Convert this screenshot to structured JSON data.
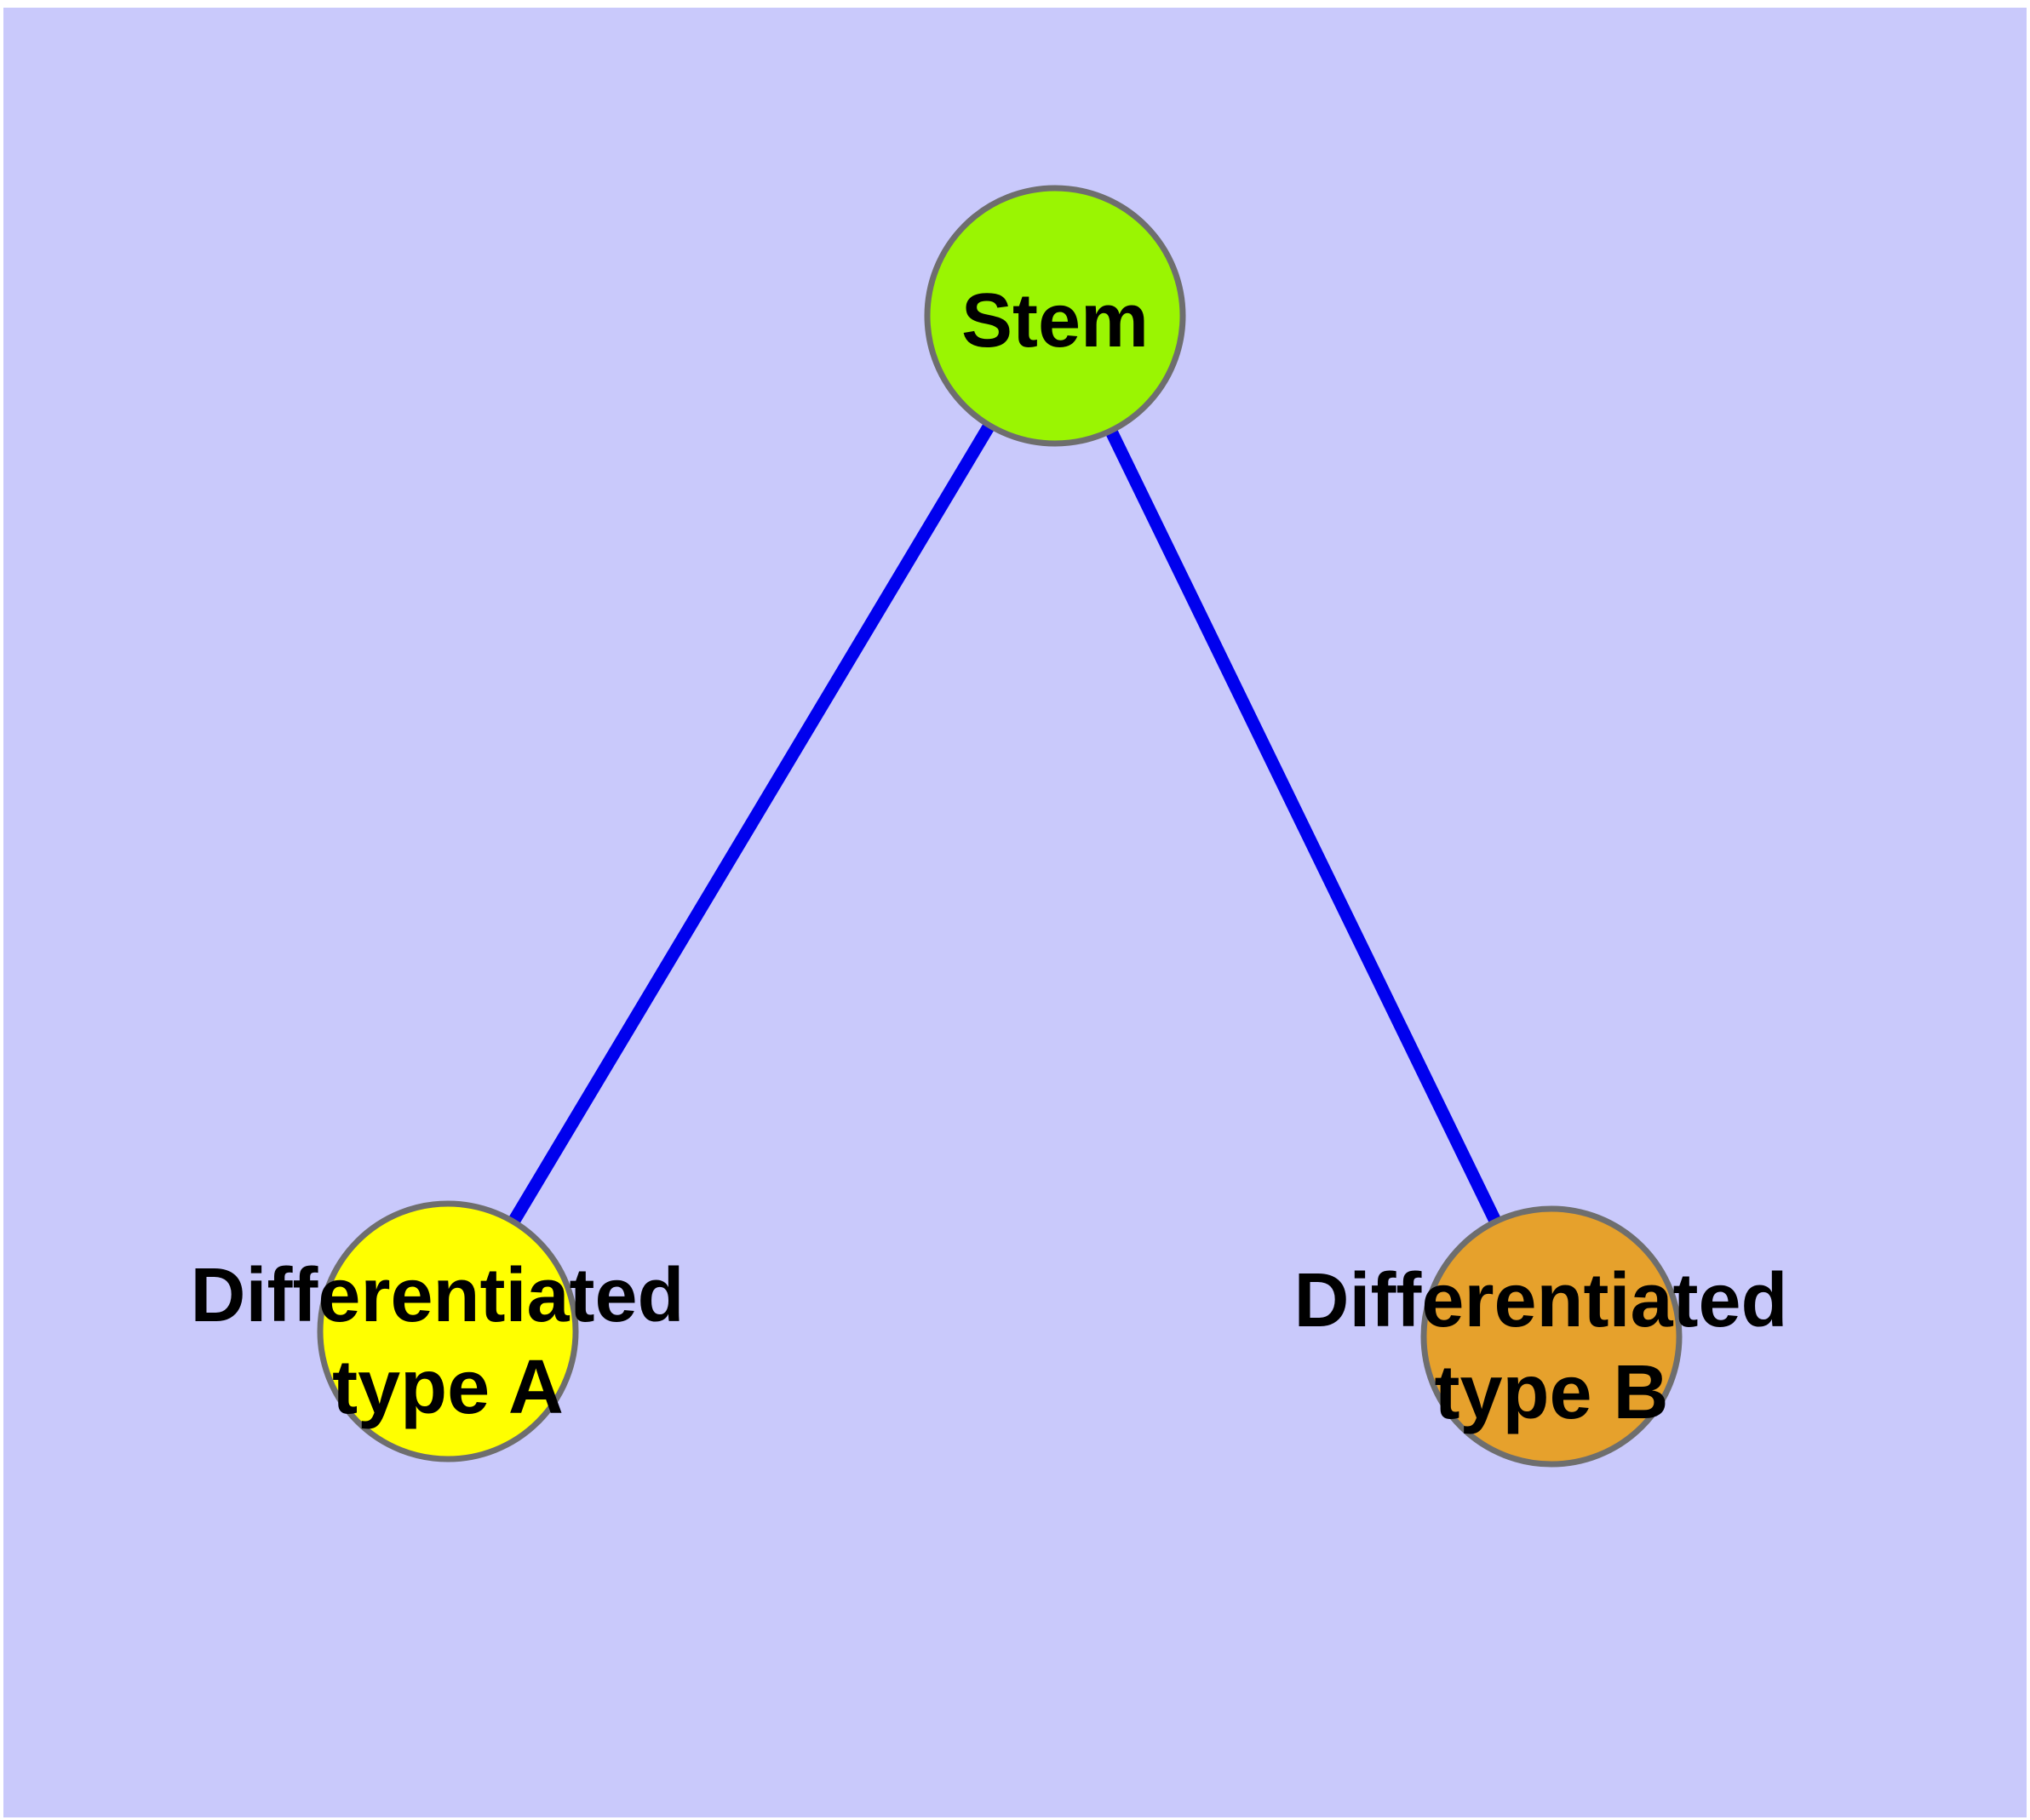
{
  "diagram": {
    "type": "node-link-graph",
    "background_color": "#FFFFFF",
    "canvas_color": "#C9C9FB",
    "edge_color": "#0000EE",
    "node_border_color": "#6E6E6E",
    "label_color": "#000000",
    "nodes": [
      {
        "id": "stem",
        "label": "Stem",
        "fill": "#9AF502"
      },
      {
        "id": "differentiated-type-a",
        "label": "Differentiated type A",
        "lines": [
          "Differentiated",
          "type A"
        ],
        "fill": "#FFFF00"
      },
      {
        "id": "differentiated-type-b",
        "label": "Differentiated type B",
        "lines": [
          "Differentiated",
          "type B"
        ],
        "fill": "#E6A12C"
      }
    ],
    "edges": [
      {
        "from": "stem",
        "to": "differentiated-type-a"
      },
      {
        "from": "stem",
        "to": "differentiated-type-b"
      }
    ]
  }
}
